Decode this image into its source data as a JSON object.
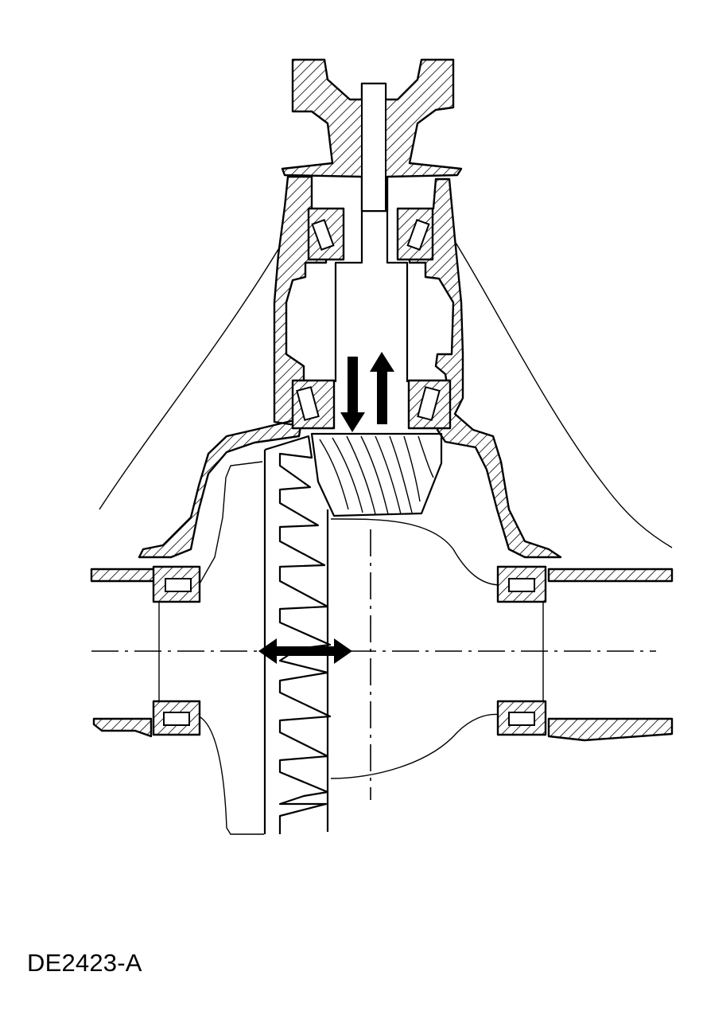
{
  "figure": {
    "id_label": "DE2423-A",
    "arrows": {
      "pinion_axial": "up-down",
      "ring_gear_lateral": "left-right"
    },
    "colors": {
      "line": "#000000",
      "background": "#ffffff"
    }
  }
}
